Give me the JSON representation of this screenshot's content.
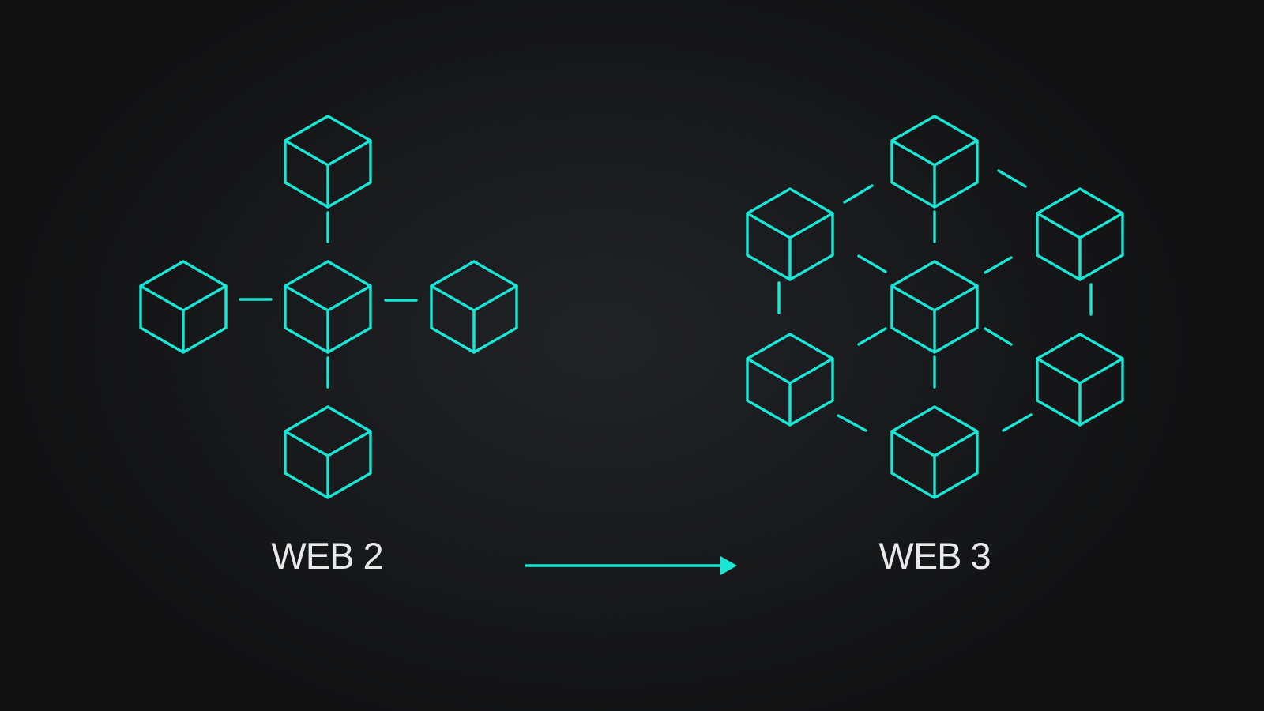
{
  "colors": {
    "background": "#121213",
    "accent": "#19e6d4",
    "text": "#e9e9ea"
  },
  "diagram": {
    "left": {
      "label": "WEB 2",
      "description_kind": "centralized",
      "node_count": 5
    },
    "right": {
      "label": "WEB 3",
      "description_kind": "decentralized",
      "node_count": 7
    },
    "arrow": {
      "direction": "right",
      "icon": "arrow-right-icon"
    },
    "node_icon": "cube-icon"
  }
}
